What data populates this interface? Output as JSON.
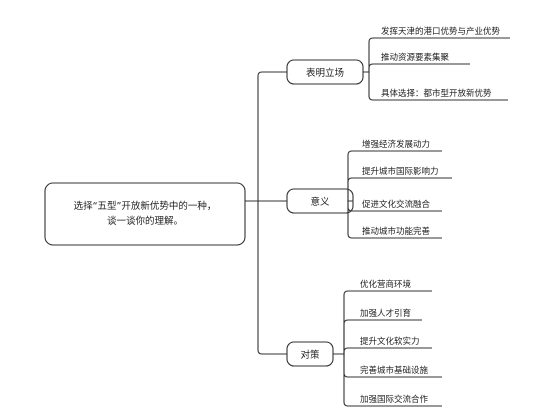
{
  "root": {
    "lines": [
      "选择“五型”开放新优势中的一种，",
      "谈一谈你的理解。"
    ]
  },
  "branches": [
    {
      "label": "表明立场",
      "leaves": [
        "发挥天津的港口优势与产业优势",
        "推动资源要素集聚",
        "具体选择：都市型开放新优势"
      ]
    },
    {
      "label": "意义",
      "leaves": [
        "增强经济发展动力",
        "提升城市国际影响力",
        "促进文化交流融合",
        "推动城市功能完善"
      ]
    },
    {
      "label": "对策",
      "leaves": [
        "优化营商环境",
        "加强人才引育",
        "提升文化软实力",
        "完善城市基础设施",
        "加强国际交流合作"
      ]
    }
  ]
}
